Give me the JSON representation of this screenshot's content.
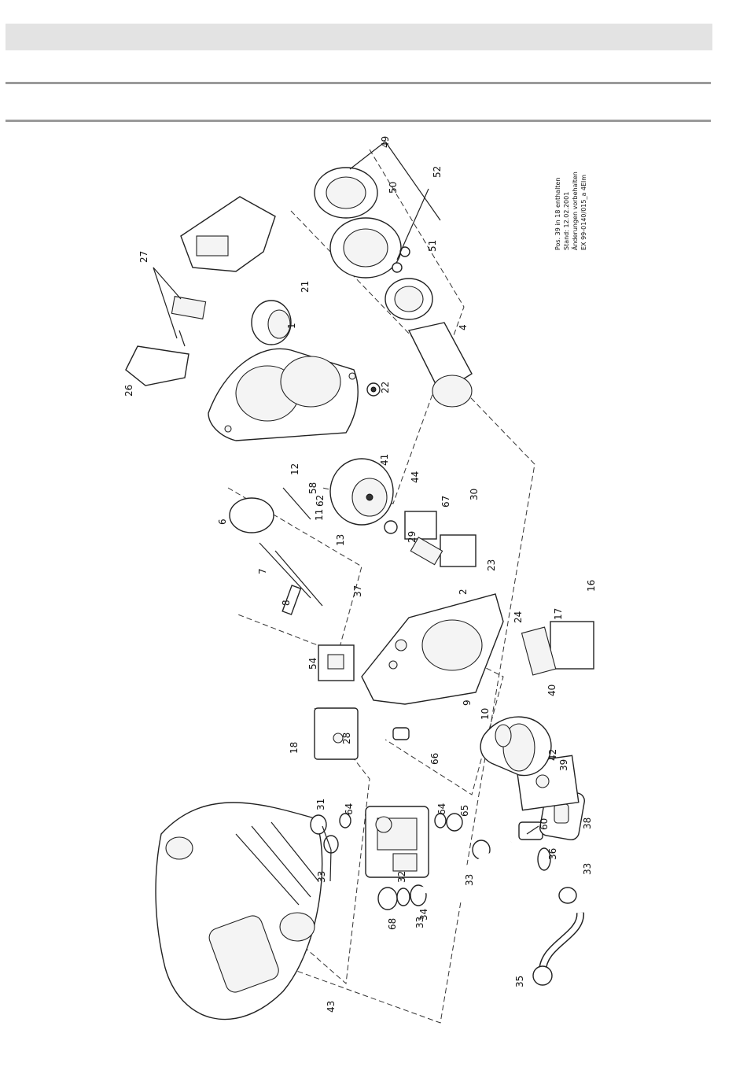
{
  "labels": {
    "p1": "1",
    "p2": "2",
    "p4": "4",
    "p6": "6",
    "p7": "7",
    "p8": "8",
    "p9": "9",
    "p10": "10",
    "p11": "11",
    "p12": "12",
    "p13": "13",
    "p16": "16",
    "p17": "17",
    "p18": "18",
    "p21": "21",
    "p22": "22",
    "p23": "23",
    "p24": "24",
    "p26": "26",
    "p27": "27",
    "p28": "28",
    "p29": "29",
    "p30": "30",
    "p31": "31",
    "p32": "32",
    "p33": "33",
    "p34": "34",
    "p35": "35",
    "p36": "36",
    "p37": "37",
    "p38": "38",
    "p39": "39",
    "p40": "40",
    "p41": "41",
    "p42": "42",
    "p43": "43",
    "p44": "44",
    "p49": "49",
    "p50": "50",
    "p51": "51",
    "p52": "52",
    "p54": "54",
    "p58": "58",
    "p60": "60",
    "p62": "62",
    "p64": "64",
    "p65": "65",
    "p66": "66",
    "p67": "67",
    "p68": "68"
  },
  "note": {
    "line1": "Pos. 39 in 18 enthalten",
    "line2": "Stand: 12.02.2001",
    "line3": "Änderungen vorbehalten",
    "line4": "EX 99-0140/015_a 4Elm"
  }
}
